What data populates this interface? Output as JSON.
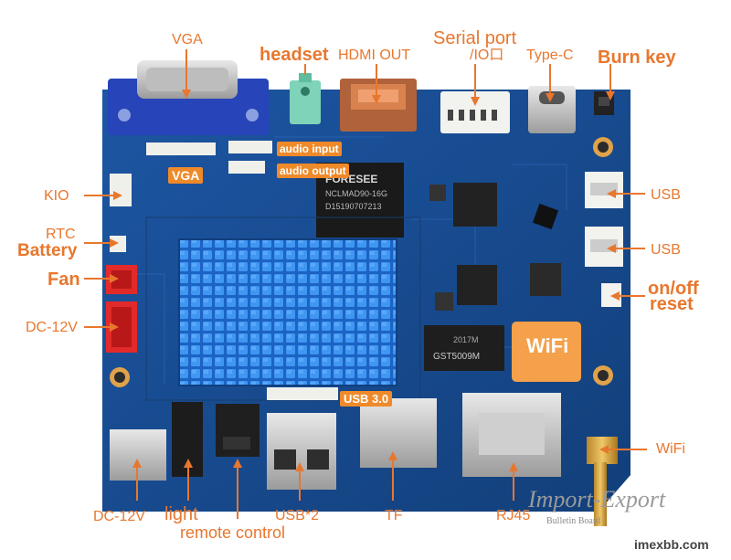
{
  "labels": {
    "vga_top": "VGA",
    "headset": "headset",
    "hdmi_out": "HDMI OUT",
    "serial_port": "Serial port",
    "io": "/IO口",
    "type_c": "Type-C",
    "burn_key": "Burn key",
    "kio": "KIO",
    "rtc": "RTC",
    "battery": "Battery",
    "fan": "Fan",
    "dc_left": "DC-12V",
    "usb_right_1": "USB",
    "usb_right_2": "USB",
    "onoff": "on/off",
    "reset": "reset",
    "wifi_antenna": "WiFi",
    "dc_bottom": "DC-12V",
    "light": "light",
    "remote_control": "remote control",
    "usb2": "USB*2",
    "tf": "TF",
    "rj45": "RJ45"
  },
  "board_tags": {
    "vga": "VGA",
    "audio_input": "audio input",
    "audio_output": "audio output",
    "usb3": "USB 3.0",
    "wifi_chip": "WiFi"
  },
  "chip_text": {
    "foresee": "FORESEE",
    "foresee_line2": "NCLMAD90-16G",
    "foresee_line3": "D15190707213",
    "gst": "GST5009M",
    "gst2": "2017M"
  },
  "watermark": {
    "brand": "Import-Export",
    "sub1": "Bulletin Board",
    "site": "imexbb.com"
  },
  "colors": {
    "accent": "#e8772e",
    "pcb": "#1a4a8c",
    "heatsink": "#2a7fe0",
    "vga_connector": "#2744b8"
  }
}
